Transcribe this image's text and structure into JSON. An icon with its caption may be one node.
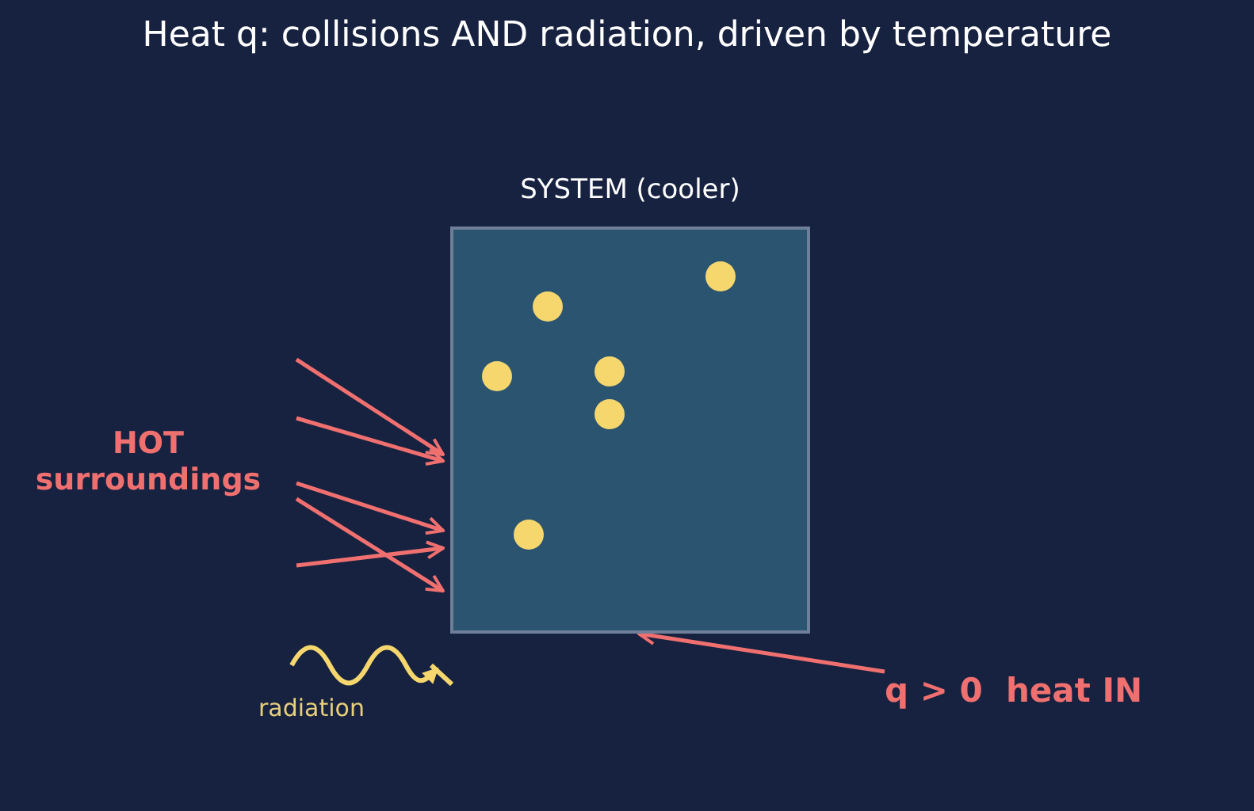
{
  "diagram": {
    "title": "Heat q: collisions AND radiation, driven by temperature",
    "nodes": [
      {
        "text": [
          "SYSTEM (cooler)"
        ]
      },
      {
        "text": [],
        "shape": "circle",
        "in": 0
      },
      {
        "text": [],
        "shape": "circle",
        "in": 0
      },
      {
        "text": [],
        "shape": "circle",
        "in": 0
      },
      {
        "text": [],
        "shape": "circle",
        "in": 0
      },
      {
        "text": [],
        "shape": "circle",
        "in": 0
      },
      {
        "text": [],
        "shape": "circle",
        "in": 0
      },
      {
        "text": [
          "HOT surroundings"
        ]
      },
      {
        "text": [
          "q > 0  heat IN"
        ]
      }
    ],
    "edges": [
      {
        "from": 7,
        "to": 0,
        "arrow": "to"
      },
      {
        "from": 7,
        "to": 0,
        "arrow": "to"
      },
      {
        "from": 7,
        "to": 0,
        "arrow": "to"
      },
      {
        "from": 7,
        "to": 0,
        "arrow": "to"
      },
      {
        "from": 7,
        "to": 0,
        "arrow": "to"
      },
      {
        "from": 8,
        "to": 0,
        "arrow": "to"
      }
    ],
    "labels": [
      "radiation"
    ]
  }
}
